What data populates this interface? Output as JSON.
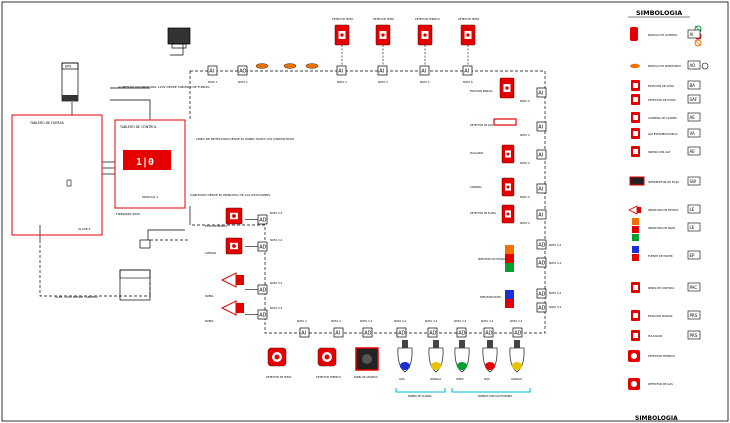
{
  "legend": {
    "title": "SIMBOLOGIA",
    "items": [
      {
        "code": "AI",
        "text": "MODULO DE CONTROL"
      },
      {
        "code": "AO",
        "text": "MODULO DE MONITOREO"
      },
      {
        "code": "BA",
        "text": "ESTACION DE AVISO"
      },
      {
        "code": "SAF",
        "text": "DETECTOR DE HUMO"
      },
      {
        "code": "AE",
        "text": "CAMPANA DE ALARMA"
      },
      {
        "code": "VA",
        "text": "LUZ ESTROBOSCOPICA"
      },
      {
        "code": "AE",
        "text": "SIRENA CON LUZ"
      },
      {
        "code": "SW",
        "text": "INTERRUPTOR DE FLUJO"
      },
      {
        "code": "LE",
        "text": "SEMAFORO DE ESTADO"
      },
      {
        "code": "LE",
        "text": "SEMAFORO DE NIVEL"
      },
      {
        "code": "EP",
        "text": "FUENTE DE PODER"
      },
      {
        "code": "PAC",
        "text": "PANEL DE CONTROL"
      },
      {
        "code": "PRS",
        "text": "ESTACION MANUAL"
      },
      {
        "code": "PRS",
        "text": "PULSADOR"
      },
      {
        "code": "",
        "text": "DETECTOR TERMICO"
      },
      {
        "code": "",
        "text": "DETECTOR DE GAS"
      }
    ]
  },
  "panel": {
    "title": "TABLERO DE CONTROL",
    "display": "1|0",
    "model_label": "FIREWARP 4000",
    "note": "MODULO 1"
  },
  "left_board": {
    "title": "TABLERO DE FUERZA",
    "label": "CLASE II"
  },
  "top_note": "ALIMENTACION PRINCIPAL 120V DESDE TABLERO DE FUERZA",
  "side_note": "LINEA DE DETECCION DESDE EL PANEL HASTA LOS DISPOSITIVOS",
  "loop_note": "CABLEADO DESDE EL PRINCIPAL DE LAS ESTACIONES",
  "bottom_note": "ALIM. 120V DESDE TABLERO",
  "rack_label": "UPS",
  "module_labels": {
    "ai": "AI",
    "ao": "AO",
    "nota": "NOTA",
    "nota34": "NOTA 3,4",
    "ad": "AD"
  },
  "bottom_devices": [
    "DETECTOR DE HUMO",
    "DETECTOR TERMICO",
    "PANEL DE ANUNCIO"
  ],
  "beacon_colors": [
    "#1a2fd6",
    "#e5c400",
    "#00a12e",
    "#e50000",
    "#e5c400"
  ],
  "beacon_labels": [
    "AZUL",
    "AMARILLO",
    "VERDE",
    "ROJO",
    "AMARILLO"
  ],
  "bracket_labels": [
    "SIRENA DE ALARMA",
    "SIRENAS CON LUZ ESTROBO"
  ],
  "right_devices": [
    "ESTACION MANUAL",
    "DETECTOR DE GAS",
    "PULSADOR",
    "CAMPANA",
    "DETECTOR DE FLAMA",
    "SIRENA CON LUZ",
    "DETECTOR TERMICO",
    "LUZ ESTROBO"
  ],
  "semaphore_labels": [
    "SEMAFORO DE ESTADO",
    "SEMAFORO NIVEL"
  ],
  "left_devices": [
    "ESTACION MANUAL",
    "CAMPANA",
    "SIRENA",
    "SIRENA"
  ],
  "top_devices": [
    "DETECTOR HUMO",
    "DETECTOR HUMO",
    "DETECTOR TERMICO",
    "DETECTOR HUMO"
  ],
  "colors": {
    "red": "#e50000",
    "blue": "#1a2fd6",
    "cyan": "#00b5d8",
    "green": "#00a12e",
    "orange": "#f07000",
    "yellow": "#e5c400"
  }
}
